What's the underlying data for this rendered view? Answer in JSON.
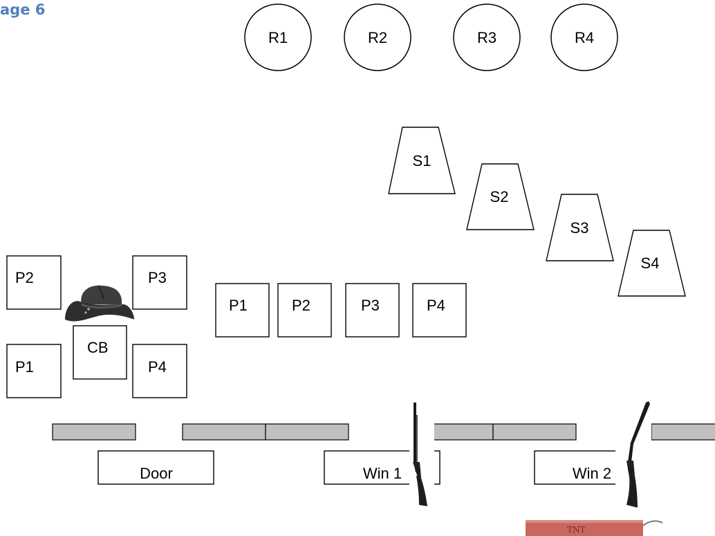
{
  "page_label": "age 6",
  "targets": {
    "round": [
      "R1",
      "R2",
      "R3",
      "R4"
    ],
    "trapezoid": [
      "S1",
      "S2",
      "S3",
      "S4"
    ]
  },
  "left_positions": {
    "p2": "P2",
    "p3": "P3",
    "p1": "P1",
    "p4": "P4",
    "cb": "CB"
  },
  "center_positions": [
    "P1",
    "P2",
    "P3",
    "P4"
  ],
  "openings": {
    "door": "Door",
    "win1": "Win 1",
    "win2": "Win 2"
  },
  "props": {
    "hat": "cowboy-hat-icon",
    "rifle": "rifle-icon",
    "dynamite": "dynamite-icon"
  },
  "dynamite_text": "TNT"
}
